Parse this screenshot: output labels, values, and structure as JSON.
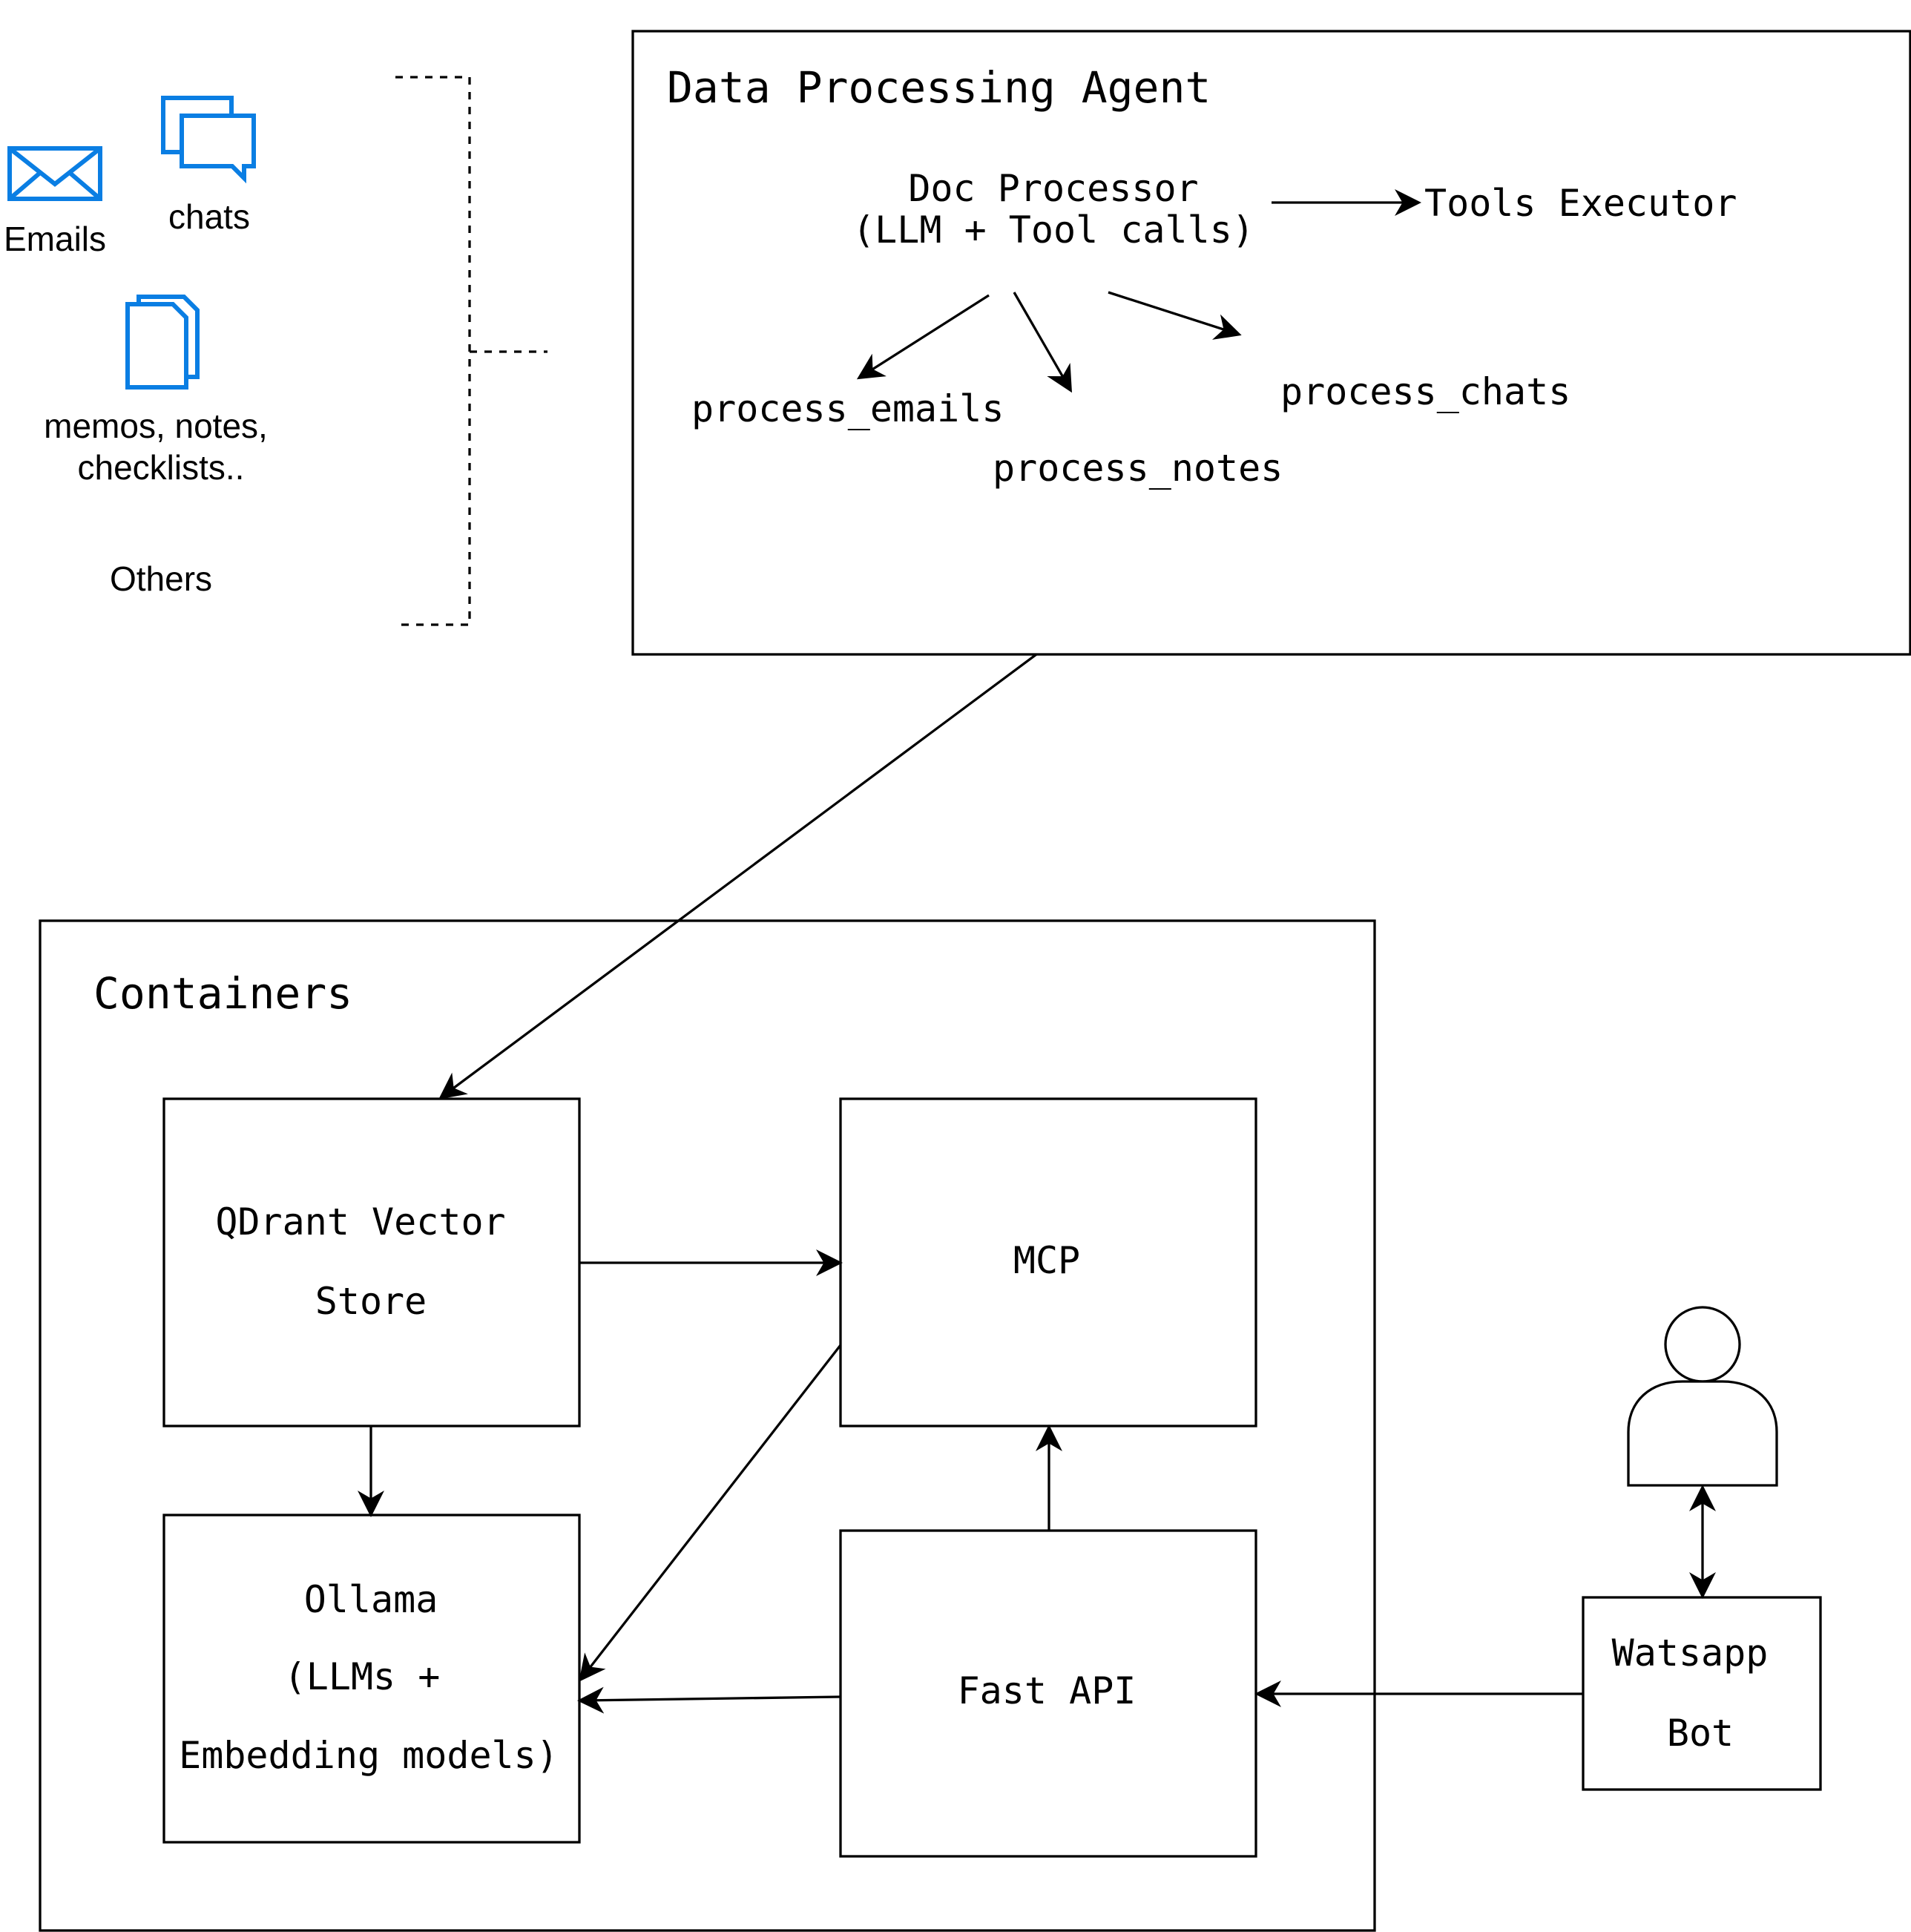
{
  "sources": {
    "emails_label": "Emails",
    "chats_label": "chats",
    "memos_line1": "memos, notes,",
    "memos_line2": "checklists..",
    "others_label": "Others"
  },
  "agent": {
    "title": "Data Processing Agent",
    "doc_processor_line1": "Doc Processor",
    "doc_processor_line2": "(LLM + Tool calls)",
    "tools_executor": "Tools Executor",
    "process_emails": "process_emails",
    "process_notes": "process_notes",
    "process_chats": "process_chats"
  },
  "containers": {
    "title": "Containers",
    "qdrant_line1": "QDrant Vector",
    "qdrant_line2": "Store",
    "mcp": "MCP",
    "ollama_line1": "Ollama",
    "ollama_line2": "(LLMs +",
    "ollama_line3": "Embedding models)",
    "fastapi": "Fast API"
  },
  "bot": {
    "line1": "Watsapp",
    "line2": "Bot"
  },
  "icons": {
    "email": "envelope-icon",
    "chats": "chat-bubbles-icon",
    "documents": "documents-icon",
    "user": "user-icon"
  },
  "colors": {
    "icon_blue": "#0a7ee3",
    "stroke": "#000000"
  }
}
